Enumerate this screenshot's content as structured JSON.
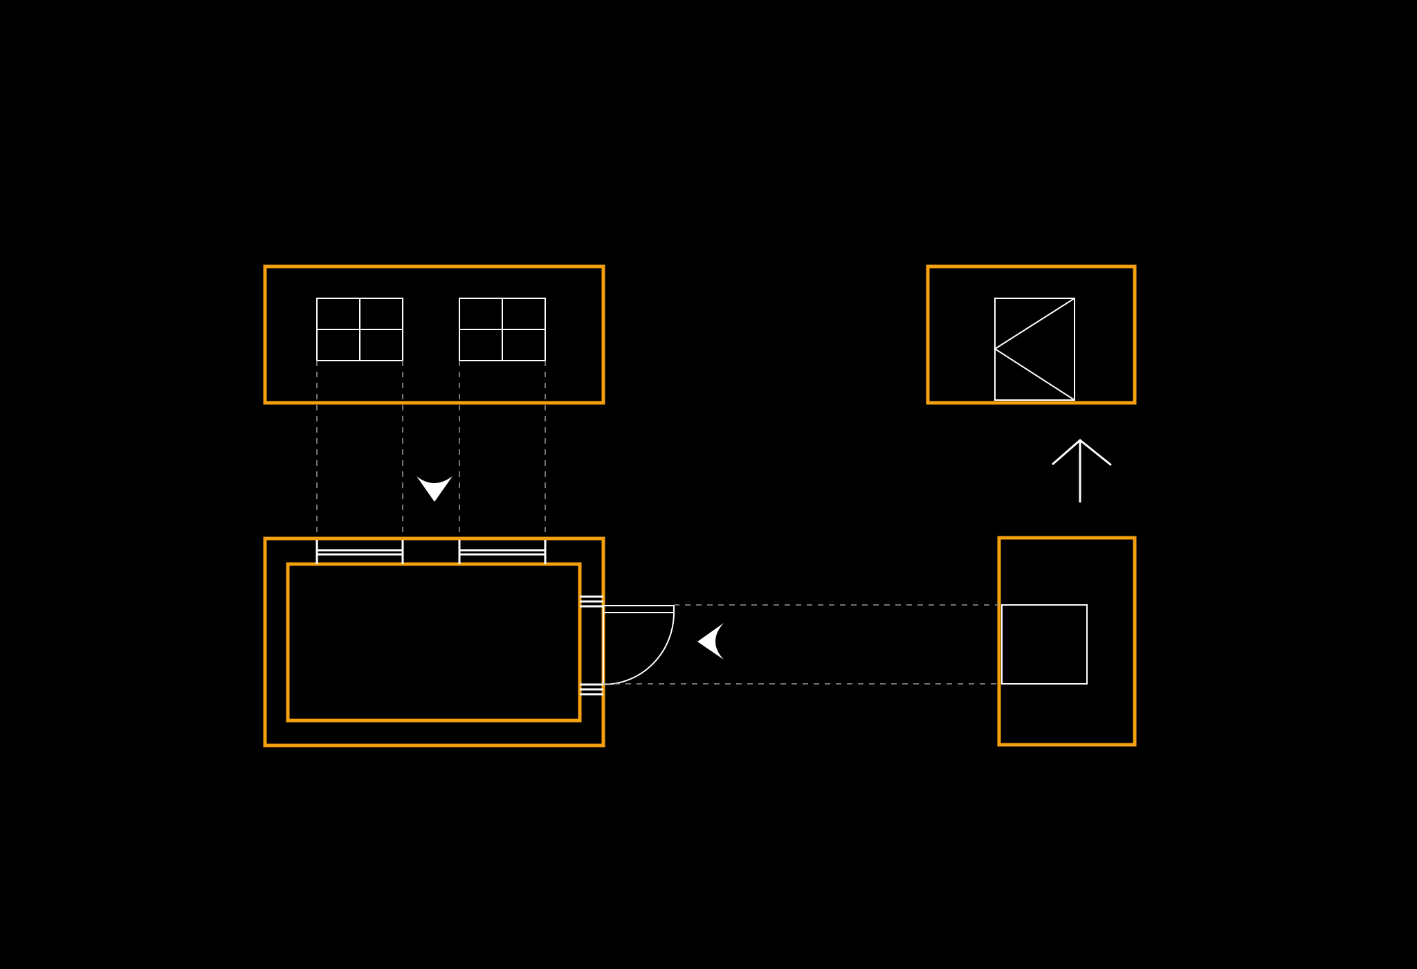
{
  "diagram": {
    "background": "#000000",
    "frame_color": "#F5A00F",
    "line_color": "#FFFFFF",
    "guide_color": "#9A9A9A",
    "elevations": {
      "front": {
        "windows": 2,
        "panes_per_window": 4
      },
      "side": {
        "door_swing": "left"
      }
    },
    "plan": {
      "windows": 2,
      "doors": 1,
      "door_swing": "quarter-circle"
    },
    "arrows": [
      {
        "name": "front-projection-arrow",
        "direction": "down",
        "style": "arrowhead"
      },
      {
        "name": "side-projection-arrow",
        "direction": "left",
        "style": "arrowhead"
      },
      {
        "name": "side-elevation-up-arrow",
        "direction": "up",
        "style": "line"
      }
    ]
  }
}
